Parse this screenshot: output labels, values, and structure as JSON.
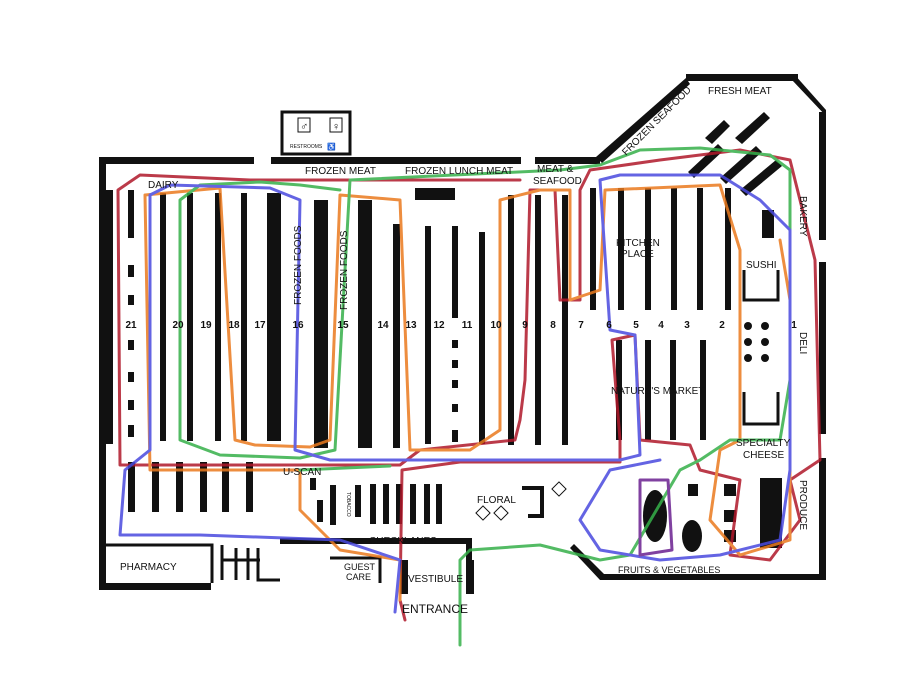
{
  "labels": {
    "restrooms": "RESTROOMS",
    "dairy": "DAIRY",
    "frozen_meat": "FROZEN MEAT",
    "frozen_lunch_meat": "FROZEN LUNCH MEAT",
    "meat_seafood_1": "MEAT &",
    "meat_seafood_2": "SEAFOOD",
    "frozen_seafood": "FROZEN SEAFOOD",
    "fresh_meat": "FRESH MEAT",
    "bakery": "BAKERY",
    "sushi": "SUSHI",
    "deli": "DELI",
    "kitchen_place_1": "KITCHEN",
    "kitchen_place_2": "PLACE",
    "natures_market": "NATURE'S MARKET",
    "specialty_cheese_1": "SPECIALTY",
    "specialty_cheese_2": "CHEESE",
    "produce": "PRODUCE",
    "frozen_foods_a": "FROZEN FOODS",
    "frozen_foods_b": "FROZEN FOODS",
    "u_scan": "U-SCAN",
    "tobacco": "TOBACCO",
    "floral": "FLORAL",
    "checklanes": "CHECKLANES",
    "pharmacy": "PHARMACY",
    "guest_care_1": "GUEST",
    "guest_care_2": "CARE",
    "vestibule": "VESTIBULE",
    "entrance": "ENTRANCE",
    "fruits_vegetables": "FRUITS & VEGETABLES"
  },
  "aisles": [
    "21",
    "20",
    "19",
    "18",
    "17",
    "16",
    "15",
    "14",
    "13",
    "12",
    "11",
    "10",
    "9",
    "8",
    "7",
    "6",
    "5",
    "4",
    "3",
    "2",
    "1"
  ],
  "path_colors": {
    "red": "#b0182a",
    "orange": "#ea7a1e",
    "green": "#36b04a",
    "blue": "#4a4adf",
    "purple": "#6a2090"
  }
}
